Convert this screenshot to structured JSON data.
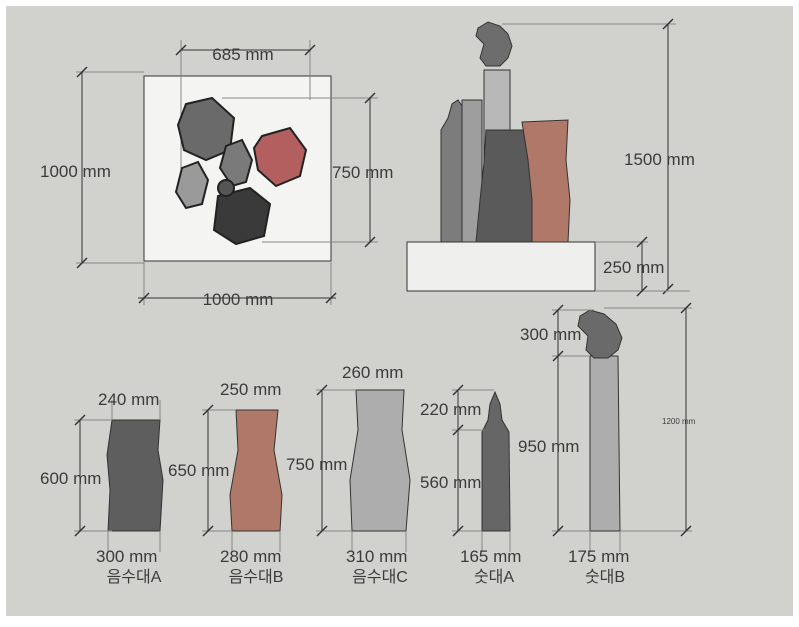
{
  "colors": {
    "background": "#d1d2cd",
    "frame": "#ffffff",
    "base": "#efefed",
    "dark_pot": "#4a4a4a",
    "mid_gray": "#6f6f6f",
    "light_gray": "#a9a9a9",
    "red_brown": "#b07c6c"
  },
  "plan": {
    "width_label": "1000 mm",
    "depth_label": "1000 mm",
    "group_width_label": "685 mm",
    "group_depth_label": "750 mm"
  },
  "elevation": {
    "total_height_label": "1500 mm",
    "base_height_label": "250 mm"
  },
  "items": [
    {
      "name": "음수대A",
      "top_label": "240 mm",
      "height_label": "600 mm",
      "bottom_label": "300 mm"
    },
    {
      "name": "음수대B",
      "top_label": "250 mm",
      "height_label": "650 mm",
      "bottom_label": "280 mm"
    },
    {
      "name": "음수대C",
      "top_label": "260 mm",
      "height_label": "750 mm",
      "bottom_label": "310 mm"
    },
    {
      "name": "숫대A",
      "top_label": "220 mm",
      "height_label": "560 mm",
      "bottom_label": "165 mm"
    },
    {
      "name": "숫대B",
      "top_label": "300 mm",
      "height_label": "950 mm",
      "bottom_label": "175 mm",
      "total_height_label": "1200 mm"
    }
  ]
}
